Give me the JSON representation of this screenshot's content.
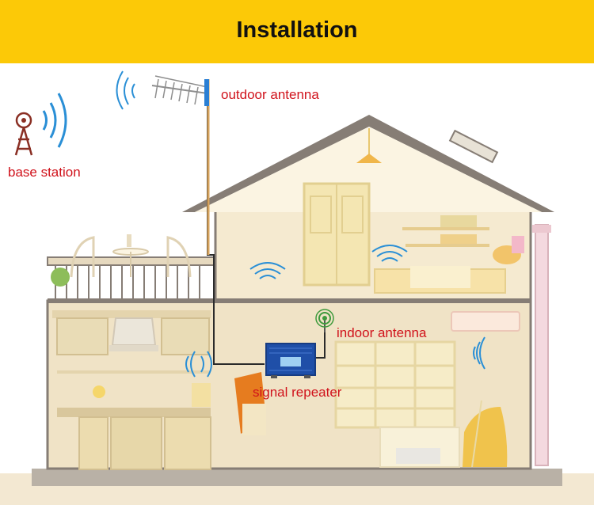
{
  "banner": {
    "title": "Installation"
  },
  "labels": {
    "outdoor_antenna": "outdoor antenna",
    "base_station": "base station",
    "indoor_antenna": "indoor antenna",
    "signal_repeater": "signal repeater"
  },
  "colors": {
    "banner": "#fcc907",
    "label_text": "#d0121b",
    "wall": "#f0e3c6",
    "outline": "#867d75",
    "signal_waves": "#2a8fd6",
    "cable": "#2b2b2b"
  }
}
